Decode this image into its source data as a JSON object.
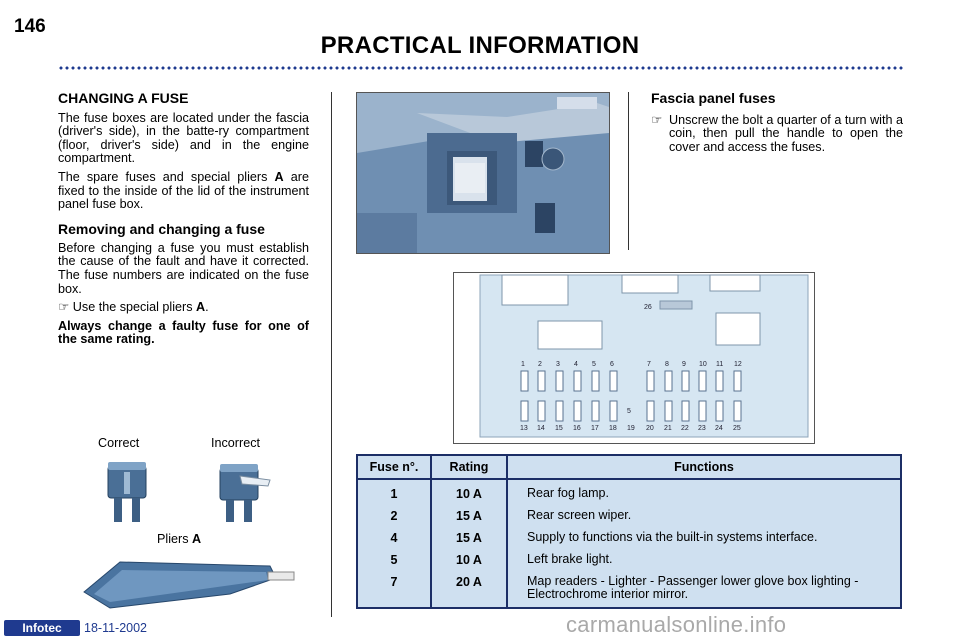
{
  "header": {
    "page_number": "146",
    "title": "PRACTICAL INFORMATION"
  },
  "left": {
    "heading": "CHANGING A FUSE",
    "para1": "The fuse boxes are located under the fascia (driver's side), in the batte-ry compartment (floor, driver's side) and in the engine compartment.",
    "para2_text": "The spare fuses and special pliers ",
    "para2_marker": "A",
    "para2_rest": "are fixed to the inside of the lid of the instrument panel fuse box.",
    "subheading": "Removing and changing a fuse",
    "para3": "Before changing a fuse you must establish the cause of the fault and have it corrected. The fuse numbers are indicated on the fuse box.",
    "bullet_text": "Use the special pliers ",
    "bullet_marker": "A",
    "bullet_end": ".",
    "warning": "Always change a faulty fuse for one of the same rating.",
    "label_correct": "Correct",
    "label_incorrect": "Incorrect",
    "label_pliers": "Pliers ",
    "label_pliers_marker": "A"
  },
  "right": {
    "heading": "Fascia panel fuses",
    "bullet": "Unscrew the bolt a quarter of a turn with a coin, then pull the handle to open the cover and access the fuses."
  },
  "diagram": {
    "top_label": "26",
    "top_numbers": [
      "1",
      "2",
      "3",
      "4",
      "5",
      "6",
      "7",
      "8",
      "9",
      "10",
      "11",
      "12"
    ],
    "bottom_numbers": [
      "13",
      "14",
      "15",
      "16",
      "17",
      "18",
      "19",
      "20",
      "21",
      "22",
      "23",
      "24",
      "25"
    ],
    "mid_label": "5"
  },
  "table": {
    "headers": [
      "Fuse n°.",
      "Rating",
      "Functions"
    ],
    "rows": [
      {
        "fuse": "1",
        "rating": "10 A",
        "function": "Rear fog lamp."
      },
      {
        "fuse": "2",
        "rating": "15 A",
        "function": "Rear screen wiper."
      },
      {
        "fuse": "4",
        "rating": "15 A",
        "function": "Supply to functions via the built-in systems interface."
      },
      {
        "fuse": "5",
        "rating": "10 A",
        "function": "Left brake light."
      },
      {
        "fuse": "7",
        "rating": "20 A",
        "function": "Map readers - Lighter - Passenger lower glove box lighting - Electrochrome interior mirror."
      }
    ]
  },
  "footer": {
    "logo": "Infotec",
    "date": "18-11-2002",
    "watermark": "carmanualsonline.info"
  },
  "colors": {
    "accent": "#1f3a8f",
    "table_bg": "#cfe0f0",
    "table_border": "#1c2e66",
    "diagram_bg": "#d6e6f2"
  }
}
